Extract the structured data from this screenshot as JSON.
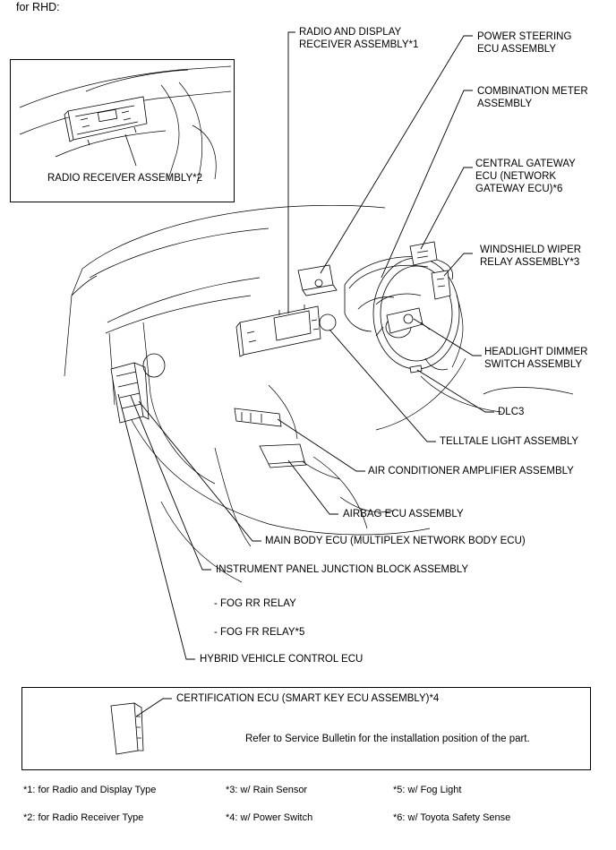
{
  "header": "for RHD:",
  "labels": {
    "radio_display": [
      "RADIO AND DISPLAY",
      "RECEIVER ASSEMBLY*1"
    ],
    "power_steering": [
      "POWER STEERING",
      "ECU ASSEMBLY"
    ],
    "combination_meter": [
      "COMBINATION METER",
      "ASSEMBLY"
    ],
    "central_gateway": [
      "CENTRAL GATEWAY",
      "ECU (NETWORK",
      "GATEWAY ECU)*6"
    ],
    "windshield_wiper": [
      "WINDSHIELD WIPER",
      "RELAY ASSEMBLY*3"
    ],
    "headlight_dimmer": [
      "HEADLIGHT DIMMER",
      "SWITCH ASSEMBLY"
    ],
    "dlc3": "DLC3",
    "telltale": "TELLTALE LIGHT ASSEMBLY",
    "air_conditioner": "AIR CONDITIONER AMPLIFIER ASSEMBLY",
    "airbag": "AIRBAG ECU ASSEMBLY",
    "main_body": "MAIN BODY ECU (MULTIPLEX NETWORK BODY ECU)",
    "junction_block": "INSTRUMENT PANEL JUNCTION BLOCK ASSEMBLY",
    "fog_rr": "- FOG RR RELAY",
    "fog_fr": "- FOG FR RELAY*5",
    "hybrid": "HYBRID VEHICLE CONTROL ECU",
    "radio_receiver": "RADIO RECEIVER ASSEMBLY*2",
    "certification": "CERTIFICATION ECU (SMART KEY ECU ASSEMBLY)*4",
    "refer": "Refer to Service Bulletin for the installation position of the part."
  },
  "footnotes": [
    "*1: for Radio and Display Type",
    "*3: w/ Rain Sensor",
    "*5: w/ Fog Light",
    "*2: for Radio Receiver Type",
    "*4: w/ Power Switch",
    "*6: w/ Toyota Safety Sense"
  ]
}
